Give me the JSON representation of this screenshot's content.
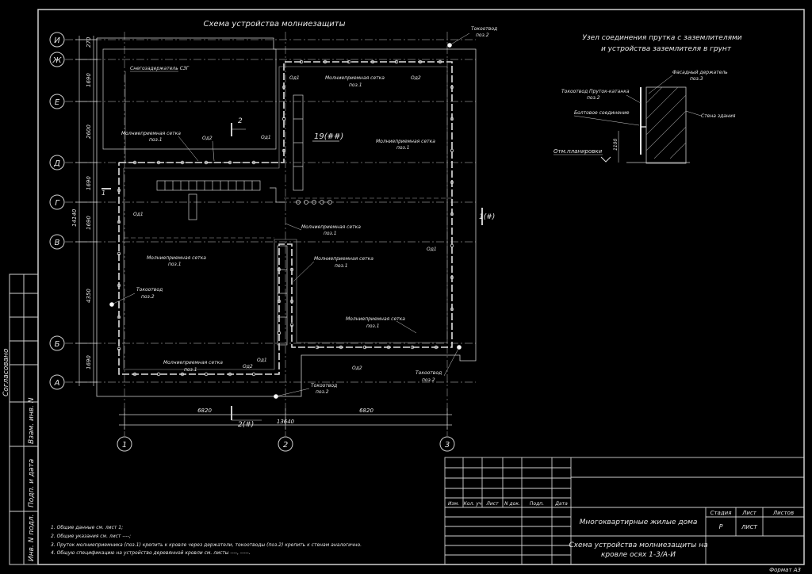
{
  "drawing": {
    "title": "Схема устройства молниезащиты",
    "axes_letters": [
      "И",
      "Ж",
      "Е",
      "Д",
      "Г",
      "В",
      "Б",
      "А"
    ],
    "axes_numbers": [
      "1",
      "2",
      "3"
    ],
    "dims_vertical": [
      "270",
      "1690",
      "2600",
      "1690",
      "1690",
      "4350",
      "1690"
    ],
    "dim_total_vertical": "14140",
    "dims_horizontal": [
      "6820",
      "6820",
      "13640"
    ],
    "labels": {
      "snow_holder": "Снегозадержатель СЗГ",
      "mesh": "Молниеприемная сетка",
      "pos1": "поз.1",
      "down": "Токоотвод",
      "pos2": "поз.2",
      "od1": "Од1",
      "od2": "Од2",
      "sec19": "19(##)",
      "sec2": "2",
      "sec2b": "2(#)",
      "sec1": "1(#)",
      "sec1b": "1"
    }
  },
  "node": {
    "title_line1": "Узел соединения прутка с заземлителями",
    "title_line2": "и устройства заземлителя в грунт",
    "facade": "Фасадный держатель",
    "pos3": "поз.3",
    "down_rod": "Токоотвод Пруток-катанка",
    "pos2": "поз.2",
    "bolt": "Болтовое соединение",
    "wall": "Стена здания",
    "grade": "Отм.планировки",
    "dim": "1100"
  },
  "notes": [
    "1.  Общие данные см. лист 1;",
    "2.  Общие указания см. лист ----;",
    "3.  Пруток молниеприемника (поз.1) крепить к кровле через держатели, токоотводы (поз.2) крепить к стенам аналогично.",
    "4.  Общую спецификацию на устройство деревянной кровли см. листы ----, -----."
  ],
  "side_stamp": [
    "Согласовано",
    "Взам. инв. N",
    "Подп. и дата",
    "Инв. N подл."
  ],
  "title_block": {
    "headers": [
      "Изм.",
      "Кол. уч",
      "Лист",
      "N док.",
      "Подп.",
      "Дата"
    ],
    "project": "Многоквартирные жилые дома",
    "sheet_title_1": "Схема устройства молниезащиты на",
    "sheet_title_2": "кровле осях 1-3/А-И",
    "stage_h": "Стадия",
    "sheet_h": "Лист",
    "sheets_h": "Листов",
    "stage": "Р",
    "sheet": "ЛИСТ",
    "format": "Формат А3"
  }
}
